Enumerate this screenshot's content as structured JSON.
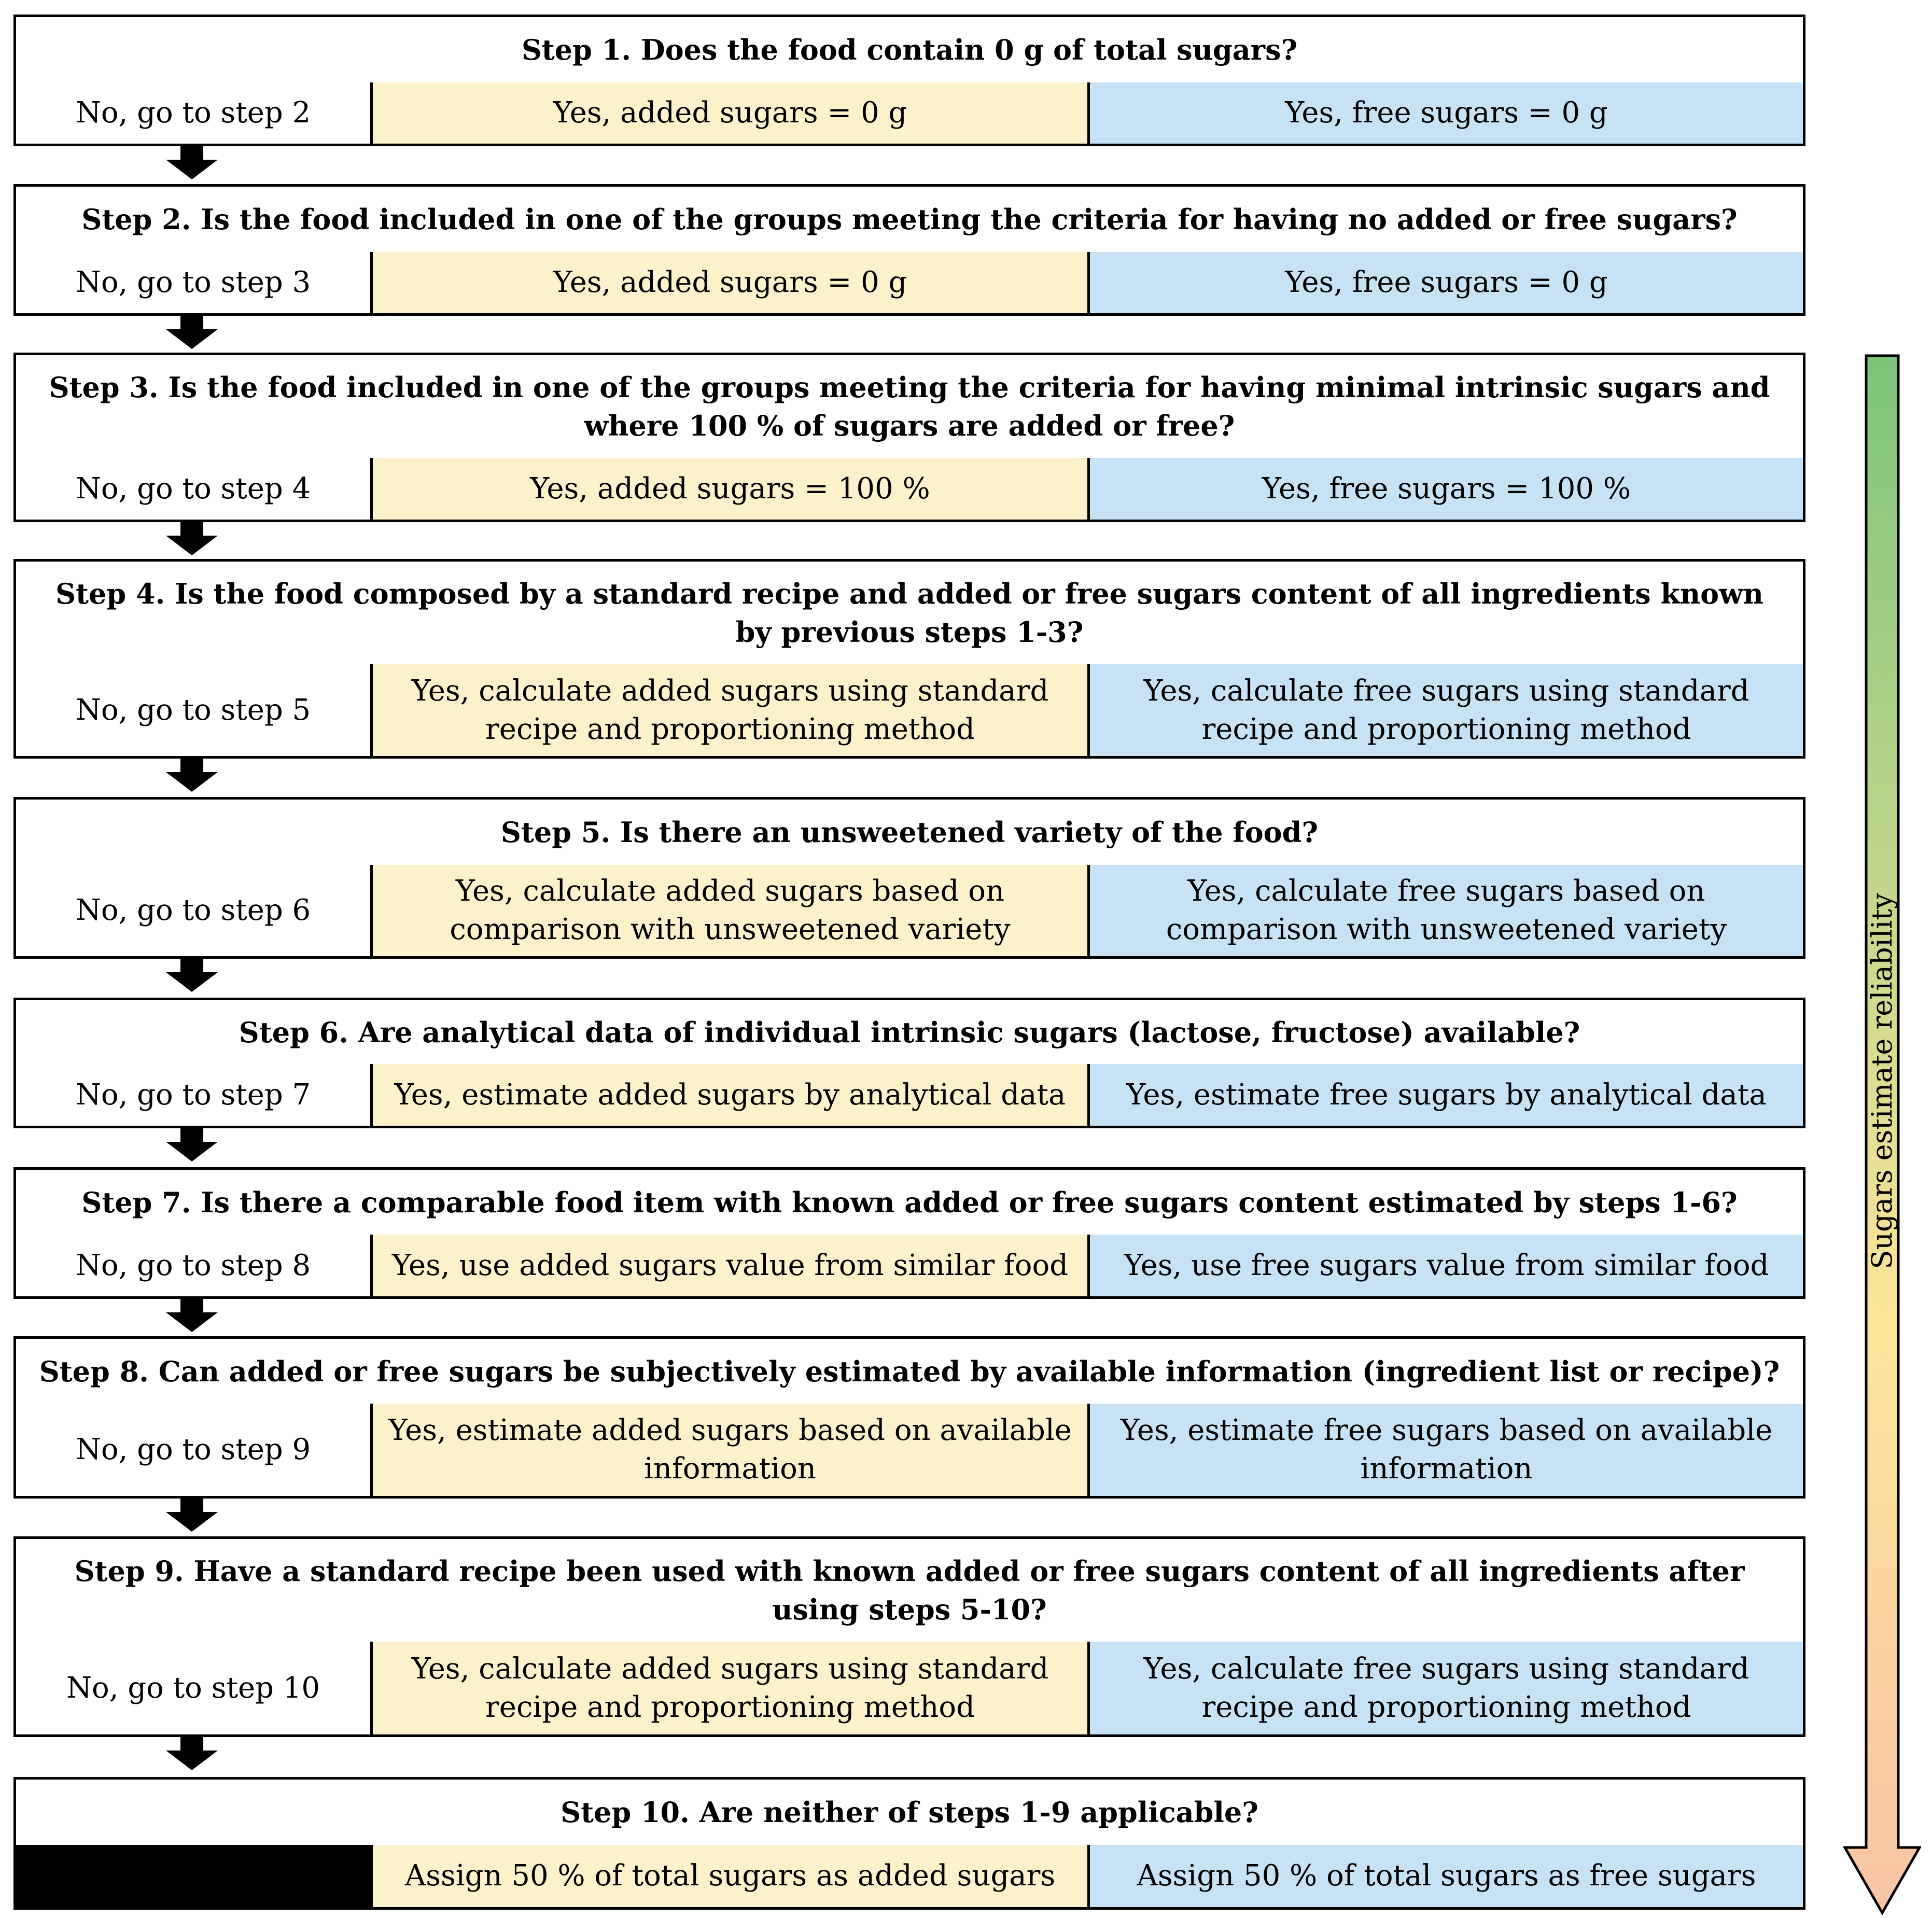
{
  "steps": [
    {
      "question": "Step 1. Does the food contain 0 g of total sugars?",
      "no": "No, go to step 2",
      "added": "Yes, added sugars = 0 g",
      "free": "Yes, free sugars = 0 g"
    },
    {
      "question": "Step 2. Is the food included in one of the groups meeting the criteria for having no added or free sugars?",
      "no": "No, go to step 3",
      "added": "Yes, added sugars = 0 g",
      "free": "Yes, free sugars = 0 g"
    },
    {
      "question": "Step 3. Is the food included in one of the groups meeting the criteria for having minimal intrinsic sugars and where 100 % of sugars are added or free?",
      "no": "No, go to step 4",
      "added": "Yes, added sugars = 100 %",
      "free": "Yes, free sugars = 100 %"
    },
    {
      "question": "Step 4. Is the food composed by a standard recipe and added or free sugars content of all ingredients known by previous steps 1-3?",
      "no": "No, go to step 5",
      "added": "Yes, calculate added sugars using standard recipe and proportioning method",
      "free": "Yes, calculate free sugars using standard recipe and proportioning method"
    },
    {
      "question": "Step 5. Is there an unsweetened variety of the food?",
      "no": "No, go to step 6",
      "added": "Yes, calculate added sugars based on comparison with unsweetened variety",
      "free": "Yes, calculate free sugars based on comparison with unsweetened variety"
    },
    {
      "question": "Step 6. Are analytical data of individual intrinsic sugars (lactose, fructose) available?",
      "no": "No, go to step 7",
      "added": "Yes, estimate added sugars by analytical data",
      "free": "Yes, estimate free sugars by analytical data"
    },
    {
      "question": "Step 7. Is there a comparable food item with known added or free sugars content estimated by steps 1-6?",
      "no": "No, go to step 8",
      "added": "Yes, use added sugars value from similar food",
      "free": "Yes, use free sugars value from similar food"
    },
    {
      "question": "Step 8. Can added or free sugars be subjectively estimated by available information (ingredient list or recipe)?",
      "no": "No, go to step 9",
      "added": "Yes, estimate added sugars based on available information",
      "free": "Yes, estimate free sugars based on available information"
    },
    {
      "question": "Step 9. Have a standard recipe been used with known added or free sugars content of all ingredients after using steps 5-10?",
      "no": "No, go to step 10",
      "added": "Yes, calculate added sugars using standard recipe and proportioning method",
      "free": "Yes, calculate free sugars using standard recipe and proportioning method"
    },
    {
      "question": "Step 10. Are neither of steps 1-9 applicable?",
      "no": "",
      "added": "Assign 50 % of total sugars as added sugars",
      "free": "Assign 50 % of total sugars as free sugars"
    }
  ],
  "reliability_label": "Sugars estimate reliability",
  "colors": {
    "added_fill": "#fdf1cc",
    "free_fill": "#c8e2f5",
    "reliability_top": "#7cc47a",
    "reliability_mid": "#fde59a",
    "reliability_bottom": "#f8c4a6"
  }
}
